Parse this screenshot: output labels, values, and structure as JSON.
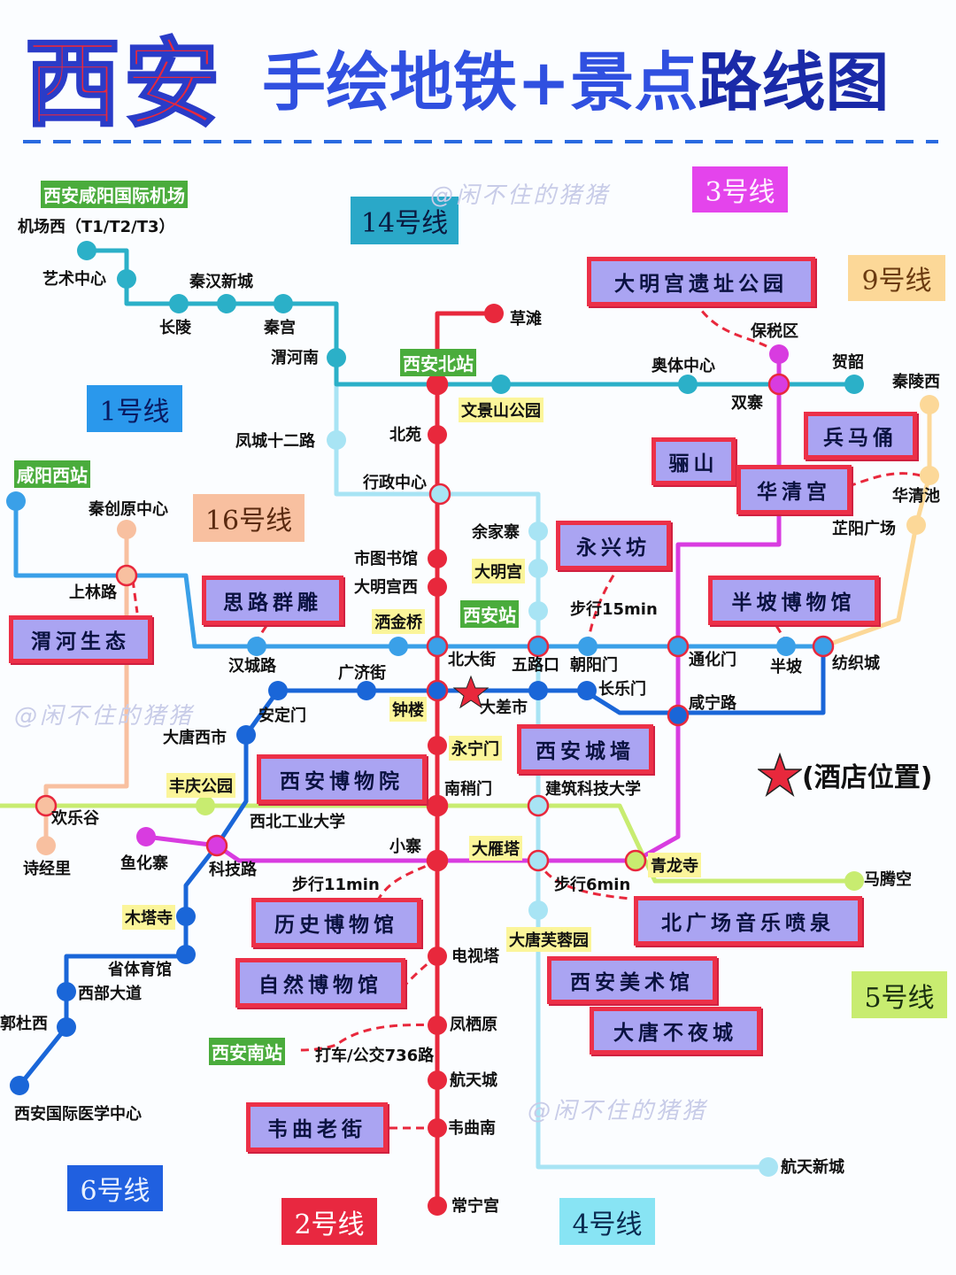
{
  "title": {
    "city": "西安",
    "subtitle_a": "手绘地铁+景点",
    "subtitle_b": "路线图"
  },
  "watermark": "@闲不住的猪猪",
  "lines": [
    {
      "label": "14号线",
      "color": "#2aa8c8"
    },
    {
      "label": "3号线",
      "color": "#e040e8"
    },
    {
      "label": "9号线",
      "color": "#fcd898"
    },
    {
      "label": "1号线",
      "color": "#2898e8"
    },
    {
      "label": "16号线",
      "color": "#f8c0a0"
    },
    {
      "label": "5号线",
      "color": "#c8ec70"
    },
    {
      "label": "6号线",
      "color": "#2060e0"
    },
    {
      "label": "2号线",
      "color": "#e82840"
    },
    {
      "label": "4号线",
      "color": "#88e4f4"
    }
  ],
  "hubs": [
    "西安咸阳国际机场",
    "西安北站",
    "咸阳西站",
    "西安站",
    "西安南站"
  ],
  "highlighted_stations": [
    "文景山公园",
    "大明宫",
    "洒金桥",
    "钟楼",
    "永宁门",
    "丰庆公园",
    "大雁塔",
    "木塔寺",
    "大唐芙蓉园",
    "青龙寺"
  ],
  "stations": [
    "机场西（T1/T2/T3）",
    "艺术中心",
    "秦汉新城",
    "长陵",
    "秦宫",
    "渭河南",
    "凤城十二路",
    "北苑",
    "行政中心",
    "草滩",
    "余家寨",
    "市图书馆",
    "大明宫西",
    "北大街",
    "五路口",
    "朝阳门",
    "通化门",
    "半坡",
    "纺织城",
    "汉城路",
    "广济街",
    "安定门",
    "大唐西市",
    "大差市",
    "长乐门",
    "咸宁路",
    "南稍门",
    "建筑科技大学",
    "西北工业大学",
    "欢乐谷",
    "诗经里",
    "鱼化寨",
    "科技路",
    "小寨",
    "电视塔",
    "凤栖原",
    "航天城",
    "韦曲南",
    "常宁宫",
    "航天新城",
    "马腾空",
    "省体育馆",
    "西部大道",
    "郭杜西",
    "西安国际医学中心",
    "秦创原中心",
    "上林路",
    "奥体中心",
    "双寨",
    "保税区",
    "贺韶",
    "秦陵西",
    "华清池",
    "芷阳广场"
  ],
  "attractions": [
    "大明宫遗址公园",
    "兵马俑",
    "骊山",
    "华清宫",
    "永兴坊",
    "半坡博物馆",
    "思路群雕",
    "渭河生态",
    "西安博物院",
    "西安城墙",
    "历史博物馆",
    "自然博物馆",
    "北广场音乐喷泉",
    "西安美术馆",
    "大唐不夜城",
    "韦曲老街"
  ],
  "walks": [
    "步行15min",
    "步行11min",
    "步行6min",
    "打车/公交736路"
  ],
  "legend": {
    "hotel_label": "(酒店位置)",
    "hotel_color": "#e8283c"
  }
}
